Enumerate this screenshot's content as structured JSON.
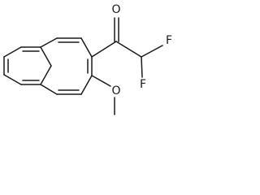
{
  "molecule": {
    "atoms": {
      "oxygen_carbonyl": "O",
      "fluorine_top": "F",
      "fluorine_bottom": "F",
      "oxygen_methoxy": "O"
    }
  }
}
